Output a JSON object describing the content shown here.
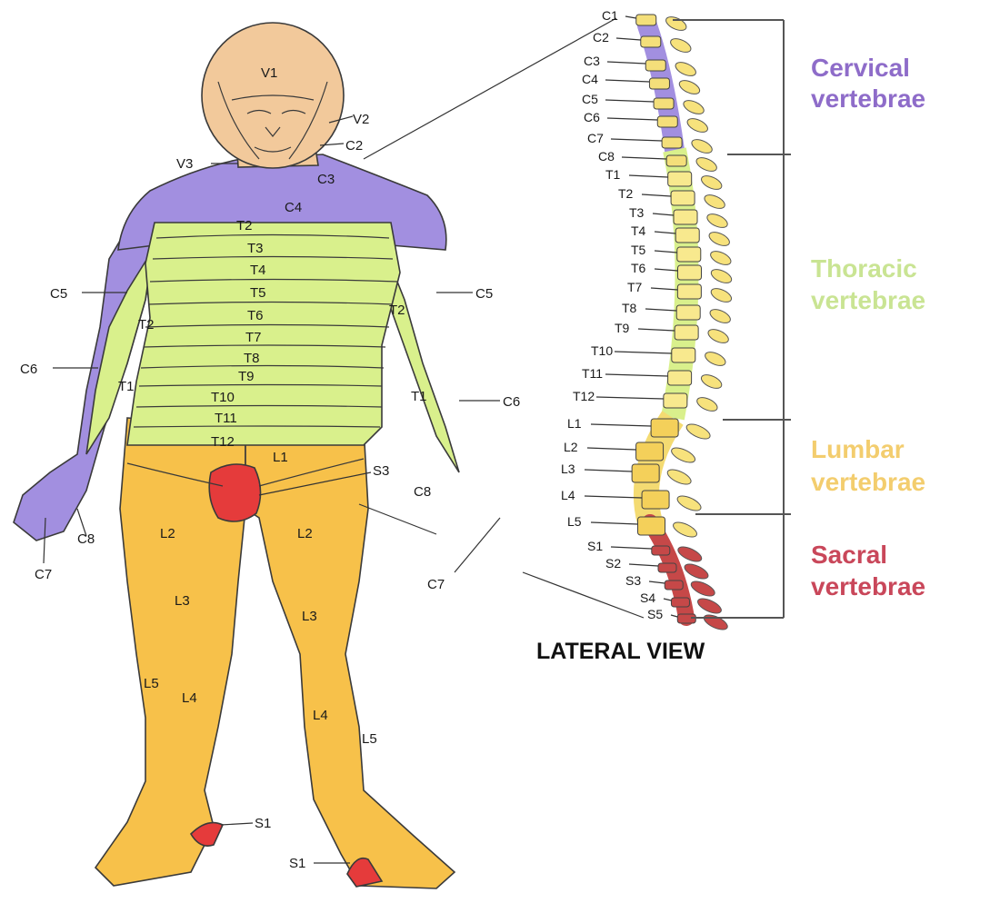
{
  "colors": {
    "cervical": "#a28fe0",
    "thoracic": "#d9f08c",
    "lumbar": "#f7c14a",
    "sacral": "#e53b3b",
    "skin": "#f2c99b",
    "outline": "#3a3a3a",
    "region_cervical_text": "#8e6cc9",
    "region_thoracic_text": "#c9e493",
    "region_lumbar_text": "#f3cd6e",
    "region_sacral_text": "#c9475a"
  },
  "body_labels": {
    "v1": "V1",
    "v2": "V2",
    "v3": "V3",
    "c2": "C2",
    "c3": "C3",
    "c4": "C4",
    "t2": "T2",
    "t3": "T3",
    "t4": "T4",
    "t5": "T5",
    "t6": "T6",
    "t7": "T7",
    "t8": "T8",
    "t9": "T9",
    "t10": "T10",
    "t11": "T11",
    "t12": "T12",
    "c5_left": "C5",
    "c5_right": "C5",
    "c6_left": "C6",
    "c6_right": "C6",
    "t2_left_arm": "T2",
    "t2_right_arm": "T2",
    "t1_left_arm": "T1",
    "t1_right_arm": "T1",
    "c8_left": "C8",
    "c8_right": "C8",
    "c7_left": "C7",
    "c7_right": "C7",
    "l1": "L1",
    "s3": "S3",
    "l2_left": "L2",
    "l2_right": "L2",
    "l3_left": "L3",
    "l3_right": "L3",
    "l5_left": "L5",
    "l4_left": "L4",
    "l4_right": "L4",
    "l5_right": "L5",
    "s1_left": "S1",
    "s1_right": "S1"
  },
  "spine_labels": [
    "C1",
    "C2",
    "C3",
    "C4",
    "C5",
    "C6",
    "C7",
    "C8",
    "T1",
    "T2",
    "T3",
    "T4",
    "T5",
    "T6",
    "T7",
    "T8",
    "T9",
    "T10",
    "T11",
    "T12",
    "L1",
    "L2",
    "L3",
    "L4",
    "L5",
    "S1",
    "S2",
    "S3",
    "S4",
    "S5"
  ],
  "regions": {
    "cervical": [
      "Cervical",
      "vertebrae"
    ],
    "thoracic": [
      "Thoracic",
      "vertebrae"
    ],
    "lumbar": [
      "Lumbar",
      "vertebrae"
    ],
    "sacral": [
      "Sacral",
      "vertebrae"
    ]
  },
  "view_label": "LATERAL VIEW"
}
